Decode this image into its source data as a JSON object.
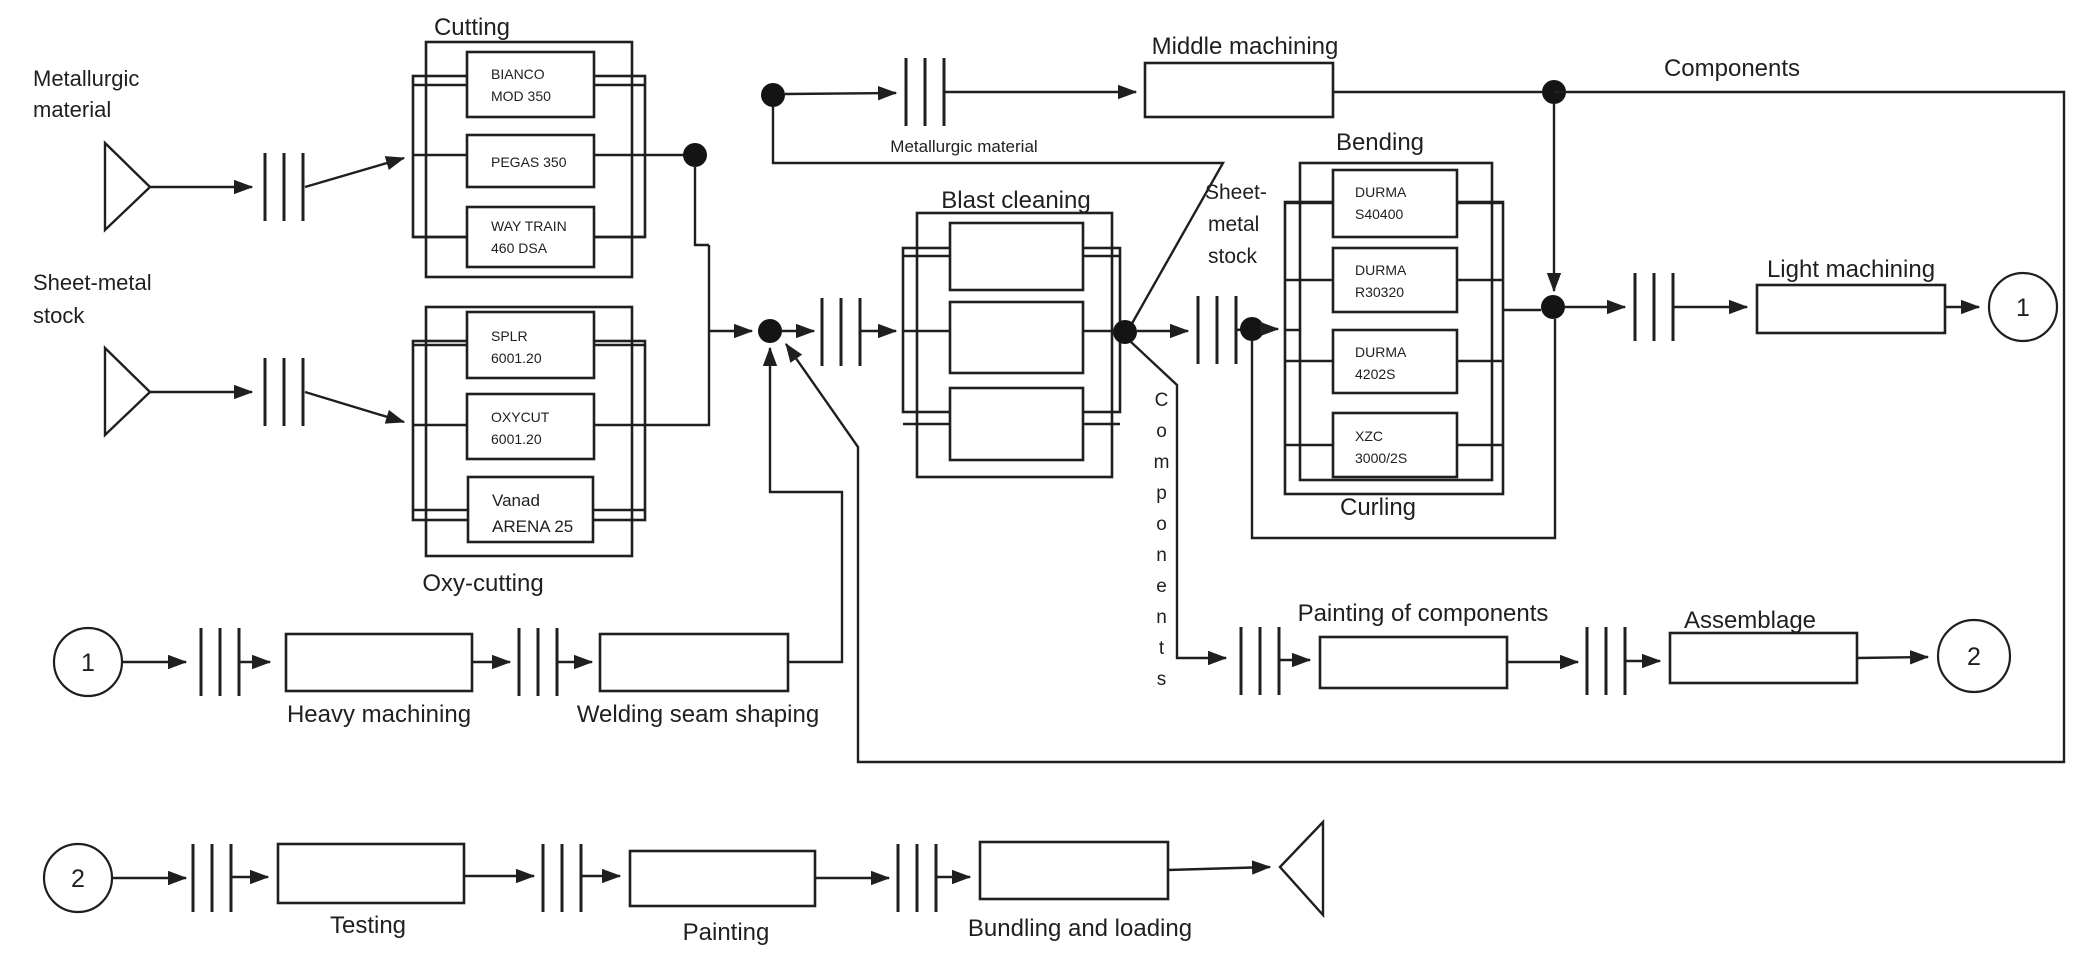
{
  "labels": {
    "cutting": "Cutting",
    "oxy_cutting": "Oxy-cutting",
    "blast_cleaning": "Blast cleaning",
    "bending": "Bending",
    "curling": "Curling",
    "middle_machining": "Middle machining",
    "light_machining": "Light machining",
    "heavy_machining": "Heavy machining",
    "welding": "Welding seam shaping",
    "painting_components": "Painting of components",
    "assemblage": "Assemblage",
    "testing": "Testing",
    "painting": "Painting",
    "bundling": "Bundling and loading",
    "components_top": "Components",
    "components_vertical": "Components",
    "metallurgic_small": "Metallurgic material",
    "source1_l1": "Metallurgic",
    "source1_l2": "material",
    "source2_l1": "Sheet-metal",
    "source2_l2": "stock",
    "mid_l1": "Sheet-",
    "mid_l2": "metal",
    "mid_l3": "stock",
    "conn1": "1",
    "conn2": "2"
  },
  "machines": {
    "cutting": [
      {
        "l1": "BIANCO",
        "l2": "MOD 350"
      },
      {
        "l1": "PEGAS 350",
        "l2": ""
      },
      {
        "l1": "WAY TRAIN",
        "l2": "460 DSA"
      }
    ],
    "oxy": [
      {
        "l1": "SPLR",
        "l2": "6001.20"
      },
      {
        "l1": "OXYCUT",
        "l2": "6001.20"
      },
      {
        "l1": "Vanad",
        "l2": "ARENA 25"
      }
    ],
    "bending": [
      {
        "l1": "DURMA",
        "l2": "S40400"
      },
      {
        "l1": "DURMA",
        "l2": "R30320"
      },
      {
        "l1": "DURMA",
        "l2": "4202S"
      },
      {
        "l1": "XZC",
        "l2": "3000/2S"
      }
    ]
  },
  "colors": {
    "stroke": "#1f1f1f",
    "background": "#ffffff"
  }
}
